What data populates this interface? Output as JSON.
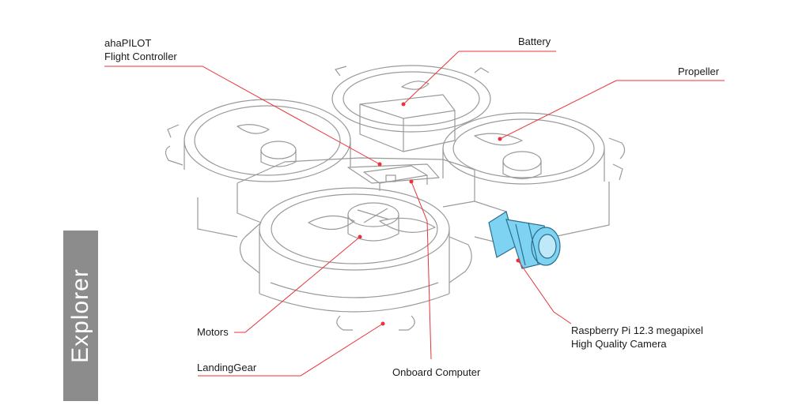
{
  "side_tab": {
    "title": "Explorer"
  },
  "labels": {
    "flight_controller": {
      "line1": "ahaPILOT",
      "line2": "Flight Controller"
    },
    "battery": "Battery",
    "propeller": "Propeller",
    "motors": "Motors",
    "landing_gear": "LandingGear",
    "onboard_computer": "Onboard Computer",
    "camera": {
      "line1": "Raspberry Pi 12.3 megapixel",
      "line2": "High Quality Camera"
    }
  },
  "colors": {
    "leader_line": "#e8333a",
    "drone_outline": "#9a9a9a",
    "camera_fill": "#7ed3f2",
    "camera_stroke": "#2b6e8c",
    "tab_background": "#8c8c8c"
  }
}
